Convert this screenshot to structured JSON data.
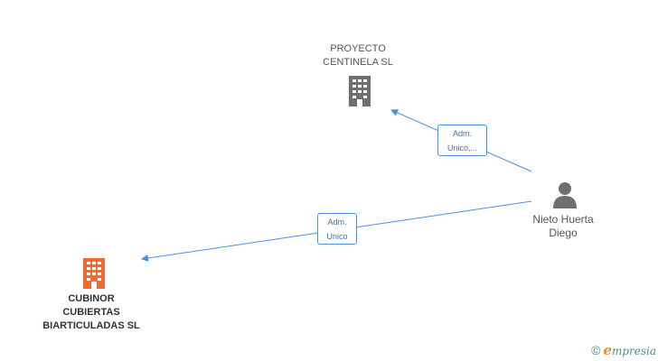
{
  "nodes": {
    "proyecto": {
      "label": "PROYECTO\nCENTINELA  SL",
      "icon": "building-icon",
      "color": "#6f6f6f"
    },
    "cubinor": {
      "label": "CUBINOR\nCUBIERTAS\nBIARTICULADAS SL",
      "icon": "building-icon",
      "color": "#f26a2e"
    },
    "person": {
      "label": "Nieto Huerta\nDiego",
      "icon": "person-icon",
      "color": "#6f6f6f"
    }
  },
  "edges": {
    "to_proyecto": {
      "label": "Adm.\nUnico,..."
    },
    "to_cubinor": {
      "label": "Adm.\nUnico"
    },
    "color": "#4a90e2"
  },
  "brand": {
    "copyright": "©",
    "e": "e",
    "name": "mpresia"
  }
}
